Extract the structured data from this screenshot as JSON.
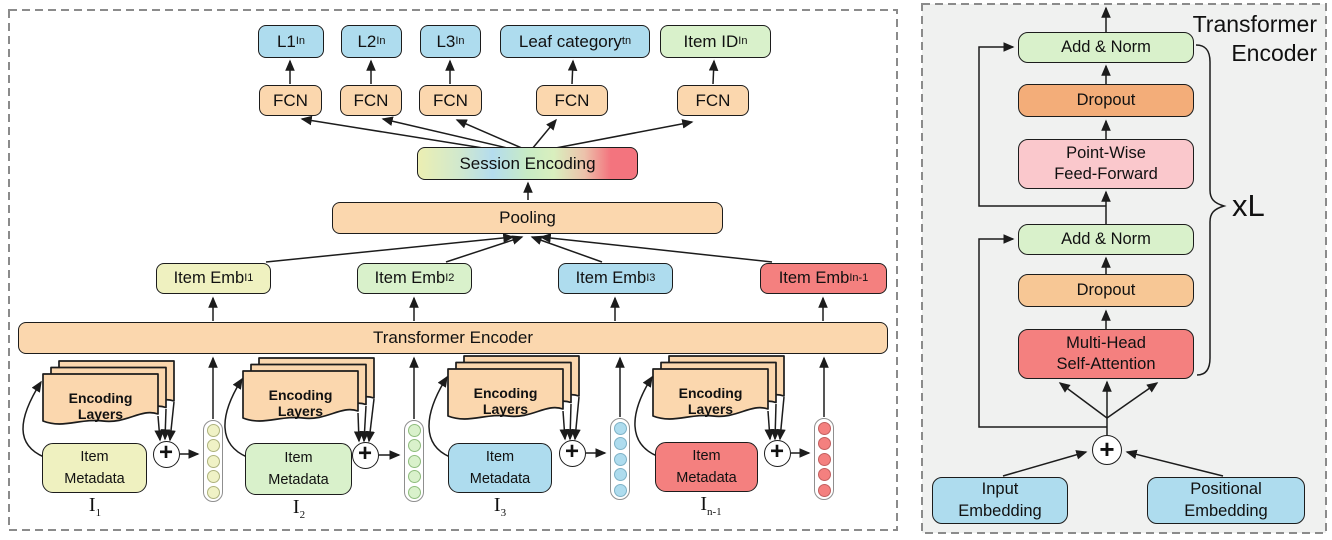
{
  "left": {
    "outputs": [
      {
        "label": "L1",
        "sub": "In"
      },
      {
        "label": "L2",
        "sub": "In"
      },
      {
        "label": "L3",
        "sub": "In"
      },
      {
        "label": "Leaf category",
        "sub": "tn"
      },
      {
        "label": "Item ID",
        "sub": "In"
      }
    ],
    "fcn": "FCN",
    "session_encoding": "Session Encoding",
    "pooling": "Pooling",
    "transformer_encoder": "Transformer Encoder",
    "item_embs": [
      {
        "label": "Item Emb",
        "sub": "I1"
      },
      {
        "label": "Item Emb",
        "sub": "I2"
      },
      {
        "label": "Item Emb",
        "sub": "I3"
      },
      {
        "label": "Item Emb",
        "sub": "In-1"
      }
    ],
    "groups": [
      {
        "stack": "Encoding Layers",
        "meta1": "Item",
        "meta2": "Metadata",
        "name": "I",
        "sub": "1",
        "plus": "+"
      },
      {
        "stack": "Encoding Layers",
        "meta1": "Item",
        "meta2": "Metadata",
        "name": "I",
        "sub": "2",
        "plus": "+"
      },
      {
        "stack": "Encoding Layers",
        "meta1": "Item",
        "meta2": "Metadata",
        "name": "I",
        "sub": "3",
        "plus": "+"
      },
      {
        "stack": "Encoding Layers",
        "meta1": "Item",
        "meta2": "Metadata",
        "name": "I",
        "sub": "n-1",
        "plus": "+"
      }
    ]
  },
  "right": {
    "title1": "Transformer",
    "title2": "Encoder",
    "add_norm_top": "Add & Norm",
    "dropout_top": "Dropout",
    "pwff1": "Point-Wise",
    "pwff2": "Feed-Forward",
    "add_norm_bottom": "Add & Norm",
    "dropout_bottom": "Dropout",
    "mhsa1": "Multi-Head",
    "mhsa2": "Self-Attention",
    "repeat": "xL",
    "plus": "+",
    "input_emb1": "Input",
    "input_emb2": "Embedding",
    "pos_emb1": "Positional",
    "pos_emb2": "Embedding"
  },
  "colors": {
    "light_blue": "#aedcee",
    "pale_green": "#d9f1cb",
    "peach": "#fbd7ae",
    "pale_yellow": "#eff1c0",
    "red": "#f4807f",
    "pink": "#fac8cc",
    "dark_orange": "#f3ad79",
    "light_orange": "#f7c795",
    "panel_gray": "#f0f1f0",
    "session_gradient": [
      "#ecefb2",
      "#b4dcee",
      "#c8ebc5",
      "#f3747e"
    ]
  }
}
